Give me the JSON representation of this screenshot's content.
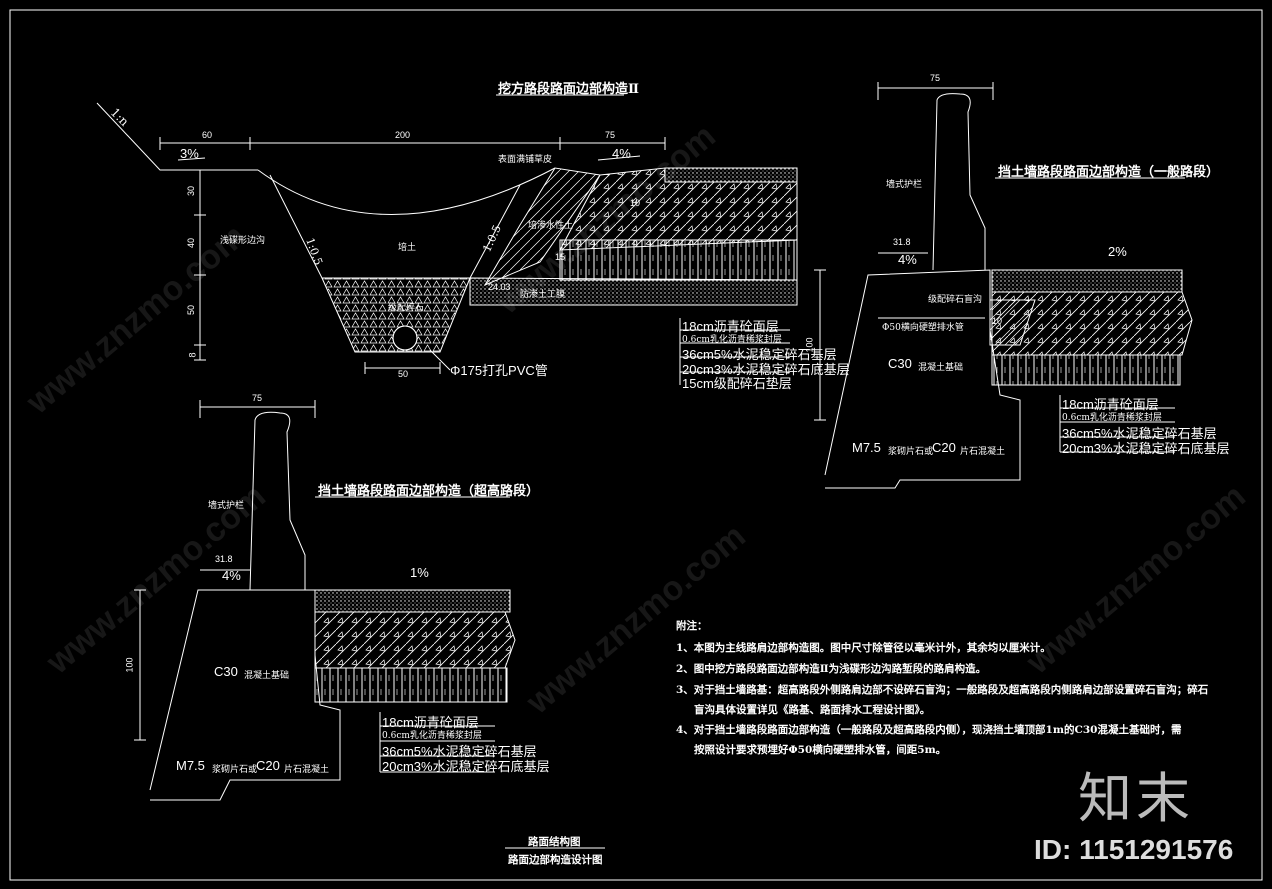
{
  "section_cut": {
    "title": "挖方路段路面边部构造Ⅱ",
    "slope_top": "1:n",
    "slope_a": "1:0.5",
    "slope_b": "1:0.5",
    "dims": {
      "d60": "60",
      "d200": "200",
      "d75": "75",
      "d30": "30",
      "d40": "40",
      "d50": "50",
      "d8": "8",
      "d50b": "50",
      "d10": "10",
      "d15": "15",
      "d24": "24.03"
    },
    "grade_left": "3%",
    "grade_right": "4%",
    "labels": {
      "surface_seal": "表面满铺草皮",
      "shallow_ditch": "浅碟形边沟",
      "backfill": "培土",
      "gravel": "级配碎石",
      "permeable_soil": "培渗水性土",
      "geotextile": "防渗土工膜",
      "pvc": "Φ175打孔PVC管"
    },
    "layers": [
      "18cm沥青砼面层",
      "0.6cm乳化沥青稀浆封层",
      "36cm5%水泥稳定碎石基层",
      "20cm3%水泥稳定碎石底基层",
      "15cm级配碎石垫层"
    ]
  },
  "section_general": {
    "title": "挡土墙路段路面边部构造（一般路段）",
    "dims": {
      "d75": "75",
      "d31": "31.8",
      "d100": "100",
      "d10": "10"
    },
    "grade_left": "4%",
    "grade_right": "2%",
    "labels": {
      "wall_rail": "墙式护栏",
      "gravel_drain": "级配碎石盲沟",
      "pipe": "Φ50横向硬塑排水管",
      "c30": "C30",
      "c30_text": "混凝土基础",
      "m75": "M7.5",
      "m75_text": "浆砌片石或",
      "c20": "C20",
      "c20_text": "片石混凝土"
    },
    "layers": [
      "18cm沥青砼面层",
      "0.6cm乳化沥青稀浆封层",
      "36cm5%水泥稳定碎石基层",
      "20cm3%水泥稳定碎石底基层"
    ]
  },
  "section_super": {
    "title": "挡土墙路段路面边部构造（超高路段）",
    "dims": {
      "d75": "75",
      "d31": "31.8",
      "d100": "100"
    },
    "grade_left": "4%",
    "grade_right": "1%",
    "labels": {
      "wall_rail": "墙式护栏",
      "c30": "C30",
      "c30_text": "混凝土基础",
      "m75": "M7.5",
      "m75_text": "浆砌片石或",
      "c20": "C20",
      "c20_text": "片石混凝土"
    },
    "layers": [
      "18cm沥青砼面层",
      "0.6cm乳化沥青稀浆封层",
      "36cm5%水泥稳定碎石基层",
      "20cm3%水泥稳定碎石底基层"
    ]
  },
  "notes": {
    "heading": "附注：",
    "items": [
      "1、本图为主线路肩边部构造图。图中尺寸除管径以毫米计外，其余均以厘米计。",
      "2、图中挖方路段路面边部构造Ⅱ为浅碟形边沟路堑段的路肩构造。",
      "3、对于挡土墙路基：超高路段外侧路肩边部不设碎石盲沟；一般路段及超高路段内侧路肩边部设置碎石盲沟；碎石",
      "盲沟具体设置详见《路基、路面排水工程设计图》。",
      "4、对于挡土墙路段路面边部构造（一般路段及超高路段内侧），现浇挡土墙顶部1m的C30混凝土基础时，需",
      "按照设计要求预埋好Φ50横向硬塑排水管，间距5m。"
    ]
  },
  "footer": {
    "line1": "路面结构图",
    "line2": "路面边部构造设计图"
  },
  "watermark": {
    "brand": "知末",
    "id": "ID: 1151291576",
    "site": "www.znzmo.com"
  }
}
